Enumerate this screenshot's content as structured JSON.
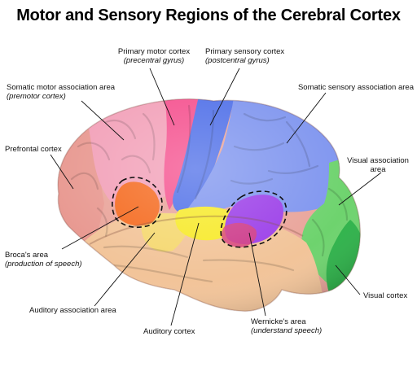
{
  "title": "Motor and Sensory Regions of the Cerebral Cortex",
  "labels": {
    "primary_motor": {
      "name": "Primary motor cortex",
      "sub": "(precentral gyrus)"
    },
    "primary_sensory": {
      "name": "Primary sensory cortex",
      "sub": "(postcentral gyrus)"
    },
    "somatic_motor_assoc": {
      "name": "Somatic motor association area",
      "sub": "(premotor cortex)"
    },
    "somatic_sensory_assoc": {
      "name": "Somatic sensory association area"
    },
    "prefrontal": {
      "name": "Prefrontal cortex"
    },
    "visual_assoc": {
      "line1": "Visual association",
      "line2": "area"
    },
    "broca": {
      "name": "Broca's area",
      "sub": "(production of speech)"
    },
    "visual_cortex": {
      "name": "Visual cortex"
    },
    "auditory_assoc": {
      "name": "Auditory association area"
    },
    "wernicke": {
      "name": "Wernicke's area",
      "sub": "(understand speech)"
    },
    "auditory_cortex": {
      "name": "Auditory cortex"
    }
  },
  "colors": {
    "prefrontal": "#e89890",
    "premotor": "#f2a0b8",
    "primary_motor": "#f5508e",
    "primary_sensory": "#4f6fe8",
    "sensory_assoc": "#7f95ef",
    "visual_assoc": "#6ed36e",
    "visual_cortex": "#2eb34a",
    "temporal": "#f2c499",
    "auditory_cortex": "#f7ea2a",
    "auditory_assoc": "#f5d870",
    "broca": "#f56a1f",
    "wernicke": "#9b3ee8"
  }
}
